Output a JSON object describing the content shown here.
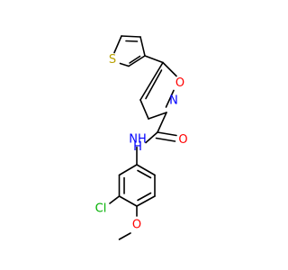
{
  "atoms": [
    {
      "id": "S",
      "label": "S",
      "color": "#b8a000",
      "name": "atom-sulfur"
    },
    {
      "id": "O1",
      "label": "O",
      "color": "#ff0000",
      "name": "atom-oxygen-isoxazole"
    },
    {
      "id": "N1",
      "label": "N",
      "color": "#0000ff",
      "name": "atom-nitrogen-isoxazole"
    },
    {
      "id": "O2",
      "label": "O",
      "color": "#ff0000",
      "name": "atom-oxygen-carbonyl"
    },
    {
      "id": "NH",
      "label": "NH",
      "color": "#0000ff",
      "name": "atom-nitrogen-amide"
    },
    {
      "id": "H",
      "label": "H",
      "color": "#0000ff",
      "name": "atom-hydrogen-amide"
    },
    {
      "id": "Cl",
      "label": "Cl",
      "color": "#00b000",
      "name": "atom-chlorine"
    },
    {
      "id": "O3",
      "label": "O",
      "color": "#ff0000",
      "name": "atom-oxygen-methoxy"
    }
  ]
}
